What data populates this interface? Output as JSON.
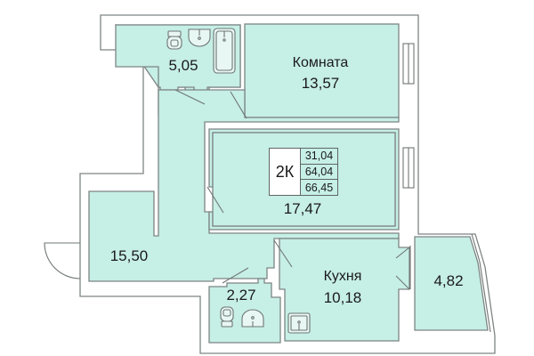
{
  "plan": {
    "apartment_type": "2К",
    "areas": {
      "living": "31,04",
      "total": "64,04",
      "total_with_balcony": "66,45"
    },
    "rooms": [
      {
        "id": "bathroom",
        "name": "",
        "area": "5,05"
      },
      {
        "id": "room",
        "name": "Комната",
        "area": "13,57"
      },
      {
        "id": "living-room",
        "name": "",
        "area": "17,47"
      },
      {
        "id": "hall",
        "name": "",
        "area": "15,50"
      },
      {
        "id": "toilet",
        "name": "",
        "area": "2,27"
      },
      {
        "id": "kitchen",
        "name": "Кухня",
        "area": "10,18"
      },
      {
        "id": "balcony",
        "name": "",
        "area": "4,82"
      }
    ],
    "colors": {
      "room_fill": "#c6efe6",
      "wall_stroke": "#7d8583",
      "background": "#ffffff"
    }
  }
}
